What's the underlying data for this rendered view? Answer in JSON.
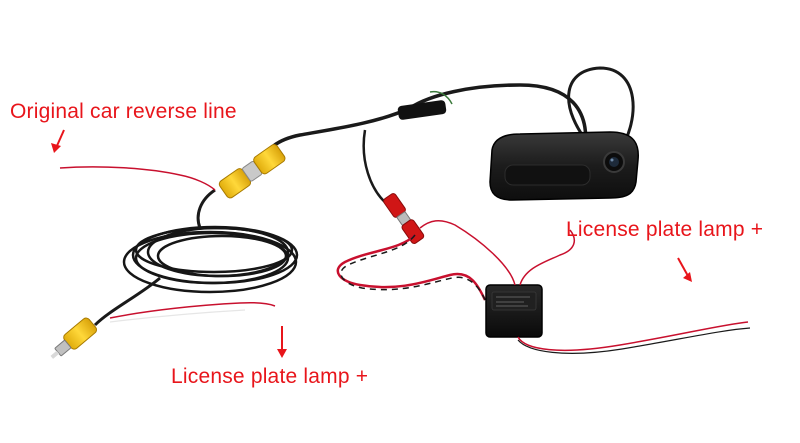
{
  "labels": {
    "reverse_line": "Original car reverse line",
    "lamp_right": "License plate lamp +",
    "lamp_bottom": "License plate lamp +"
  },
  "colors": {
    "label_text": "#e8151b",
    "arrow": "#e8151b",
    "cable_black": "#1a1a1a",
    "wire_red": "#c8102e",
    "connector_yellow": "#f2c51a",
    "connector_red": "#d01616",
    "background": "#ffffff"
  },
  "objects": [
    "rear-camera-handle",
    "rca-connector-pair",
    "red-power-connector",
    "filter-box",
    "coiled-black-cable",
    "rca-plug-end"
  ]
}
